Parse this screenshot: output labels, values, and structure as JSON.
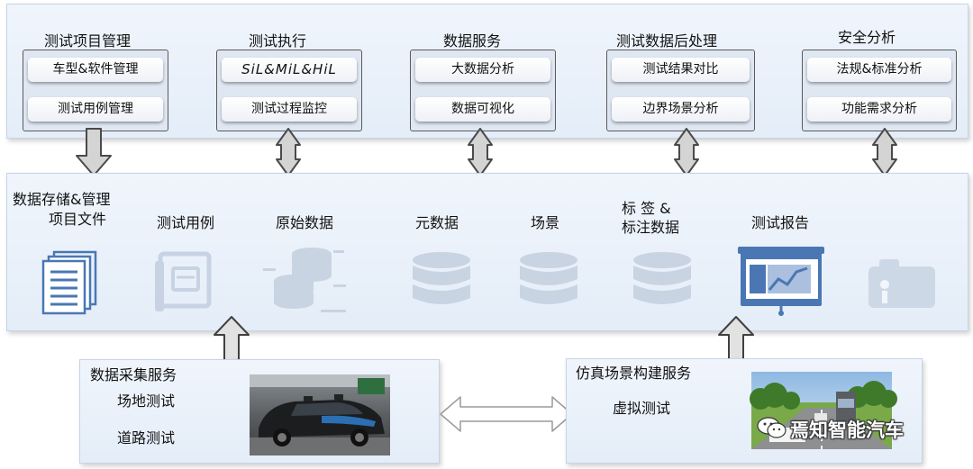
{
  "top_modules": [
    {
      "title": "测试项目管理",
      "items": [
        "车型&软件管理",
        "测试用例管理"
      ]
    },
    {
      "title": "测试执行",
      "items": [
        "SiL&MiL&HiL",
        "测试过程监控"
      ]
    },
    {
      "title": "数据服务",
      "items": [
        "大数据分析",
        "数据可视化"
      ]
    },
    {
      "title": "测试数据后处理",
      "items": [
        "测试结果对比",
        "边界场景分析"
      ]
    },
    {
      "title": "安全分析",
      "items": [
        "法规&标准分析",
        "功能需求分析"
      ]
    }
  ],
  "storage": {
    "title": "数据存储&管理",
    "items": [
      {
        "label": "项目文件",
        "icon": "document-stack-icon"
      },
      {
        "label": "测试用例",
        "icon": "test-case-icon"
      },
      {
        "label": "原始数据",
        "icon": "raw-data-disks-icon"
      },
      {
        "label": "元数据",
        "icon": "database-icon"
      },
      {
        "label": "场景",
        "icon": "database-icon"
      },
      {
        "label": "标 签 &\n标注数据",
        "icon": "database-icon"
      },
      {
        "label": "测试报告",
        "icon": "presentation-board-icon"
      }
    ],
    "extra_icon": "camera-icon"
  },
  "data_collection": {
    "title": "数据采集服务",
    "items": [
      "场地测试",
      "道路测试"
    ],
    "photo": "test-vehicle-photo"
  },
  "simulation": {
    "title": "仿真场景构建服务",
    "items": [
      "虚拟测试"
    ],
    "photo": "simulation-scene-image"
  },
  "watermark": {
    "text": "焉知智能汽车",
    "icon": "wechat-icon"
  },
  "colors": {
    "panel": "#e8eff9",
    "panel_border": "#c7d4e6",
    "arrow_fill": "#d4d4d4",
    "arrow_stroke": "#4a4a4a",
    "icon_faded": "#bfcde0"
  }
}
